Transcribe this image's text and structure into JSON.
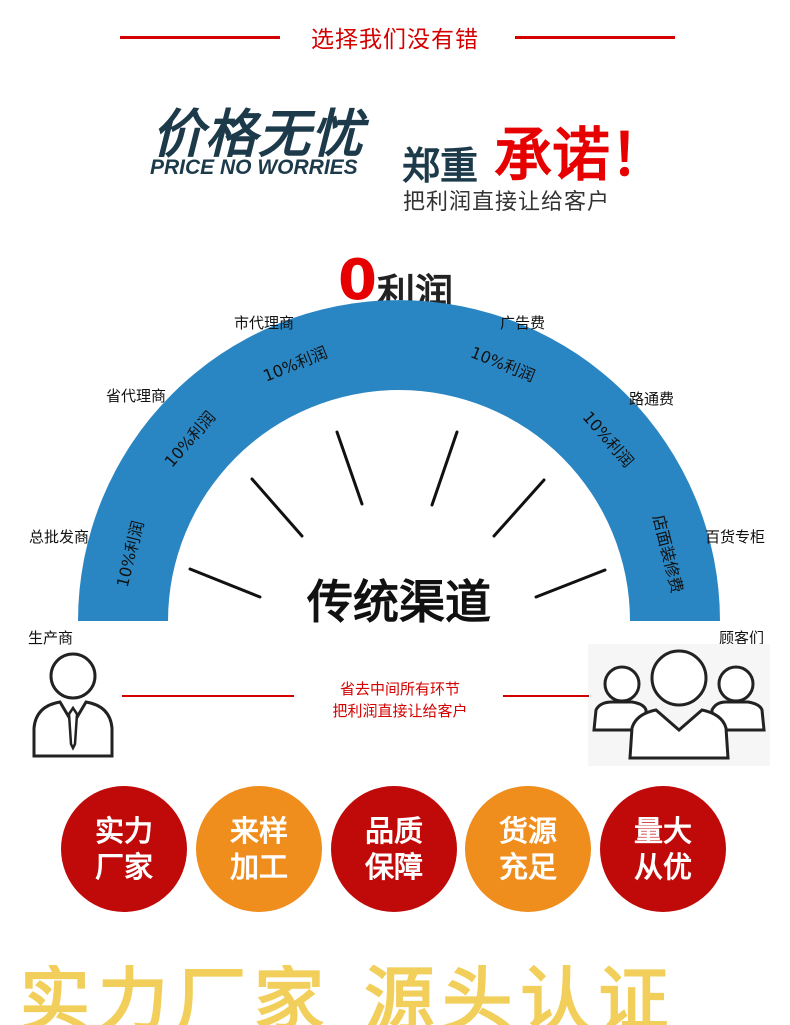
{
  "header": {
    "title": "选择我们没有错"
  },
  "price": {
    "title": "价格无忧",
    "subtitle": "PRICE NO WORRIES"
  },
  "promise": {
    "part1": "郑重",
    "part2": "承诺！",
    "subtitle": "把利润直接让给客户"
  },
  "zero_profit": {
    "number": "0",
    "label": "利润"
  },
  "arc": {
    "center_label": "传统渠道",
    "segments": [
      "10%利润",
      "10%利润",
      "10%利润",
      "10%利润",
      "10%利润",
      "店面装修费"
    ],
    "colors": {
      "arc": "#2a86c2"
    }
  },
  "outer_labels": {
    "producer": "生产商",
    "wholesaler": "总批发商",
    "province_agent": "省代理商",
    "city_agent": "市代理商",
    "advertising": "广告费",
    "road_fee": "路通费",
    "department_store": "百货专柜",
    "customers": "顾客们"
  },
  "middle_note": {
    "line1": "省去中间所有环节",
    "line2": "把利润直接让给客户"
  },
  "badges": [
    {
      "line1": "实力",
      "line2": "厂家",
      "color": "#c00a0a"
    },
    {
      "line1": "来样",
      "line2": "加工",
      "color": "#ef8d1d"
    },
    {
      "line1": "品质",
      "line2": "保障",
      "color": "#c00a0a"
    },
    {
      "line1": "货源",
      "line2": "充足",
      "color": "#ef8d1d"
    },
    {
      "line1": "量大",
      "line2": "从优",
      "color": "#c00a0a"
    }
  ],
  "footer_banner": "实力厂家 源头认证"
}
